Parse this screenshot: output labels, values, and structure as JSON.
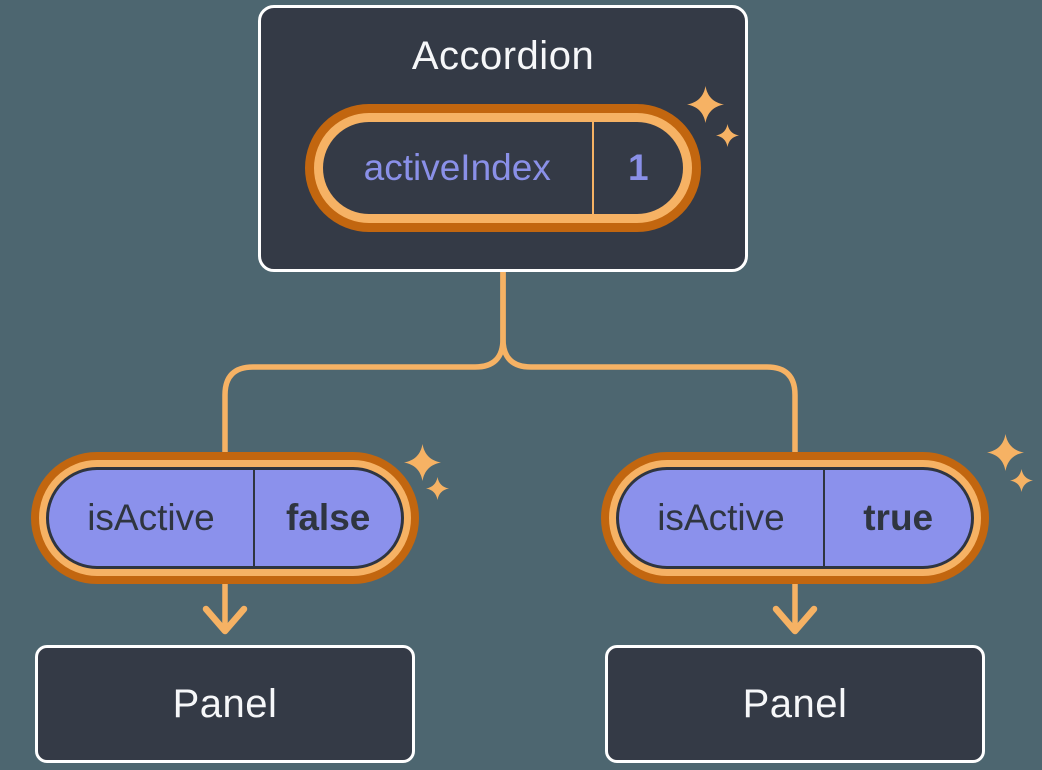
{
  "diagram": {
    "root": {
      "title": "Accordion",
      "state": {
        "name": "activeIndex",
        "value": "1"
      }
    },
    "children": [
      {
        "prop": {
          "name": "isActive",
          "value": "false"
        },
        "panel": {
          "title": "Panel"
        }
      },
      {
        "prop": {
          "name": "isActive",
          "value": "true"
        },
        "panel": {
          "title": "Panel"
        }
      }
    ]
  },
  "theme": {
    "background": "#4D6670",
    "box-fill": "#343A46",
    "box-border": "#FFFFFF",
    "text-light": "#F6F7F9",
    "text-dark": "#2F3540",
    "orange-dark": "#C2660F",
    "orange-light": "#F6B264",
    "purple-fill": "#8B91EC",
    "purple-text": "#8A90E8"
  }
}
